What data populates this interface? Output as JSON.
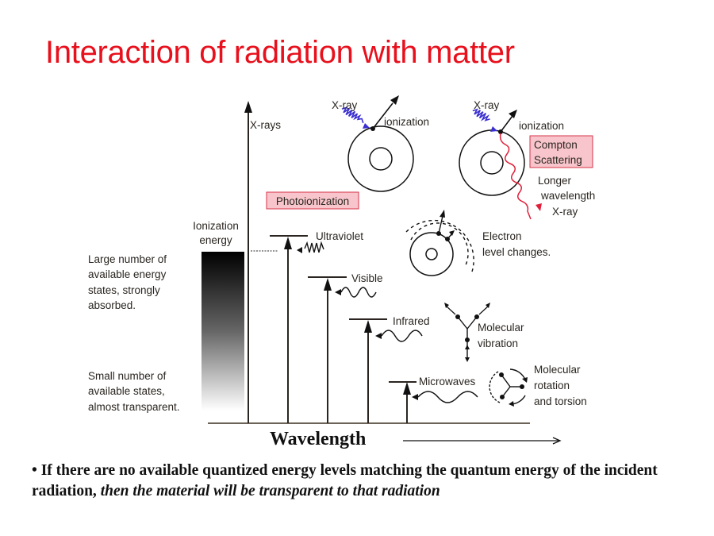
{
  "slide": {
    "title": "Interaction of radiation with matter",
    "title_color": "#e8101c"
  },
  "diagram": {
    "x_axis_label": "Wavelength",
    "y_axis_label": "X-rays",
    "left_bar": {
      "top_label_line1": "Ionization",
      "top_label_line2": "energy",
      "upper_text": [
        "Large number of",
        "available energy",
        "states, strongly",
        "absorbed."
      ],
      "lower_text": [
        "Small number of",
        "available states,",
        "almost transparent."
      ]
    },
    "levels": [
      {
        "name": "Ultraviolet"
      },
      {
        "name": "Visible"
      },
      {
        "name": "Infrared"
      },
      {
        "name": "Microwaves"
      }
    ],
    "photoionization": {
      "incoming": "X-ray",
      "outgoing": "ionization",
      "box_label": "Photoionization"
    },
    "compton": {
      "incoming": "X-ray",
      "outgoing": "ionization",
      "box_label_line1": "Compton",
      "box_label_line2": "Scattering",
      "scattered_line1": "Longer",
      "scattered_line2": "wavelength",
      "scattered_line3": "X-ray"
    },
    "electron_levels": {
      "line1": "Electron",
      "line2": "level changes."
    },
    "vibration": {
      "line1": "Molecular",
      "line2": "vibration"
    },
    "rotation": {
      "line1": "Molecular",
      "line2": "rotation",
      "line3": "and torsion"
    },
    "colors": {
      "xray_wave": "#3a2fd0",
      "compton_wave": "#e0203a",
      "box_fill": "#f7c5cb",
      "box_border": "#d8334a",
      "axis": "#6b6358"
    }
  },
  "note": {
    "bullet": "•",
    "normal_text": "If there are no available quantized energy levels matching the quantum energy of the incident radiation,",
    "italic_text": "then the material will be transparent to that radiation"
  }
}
